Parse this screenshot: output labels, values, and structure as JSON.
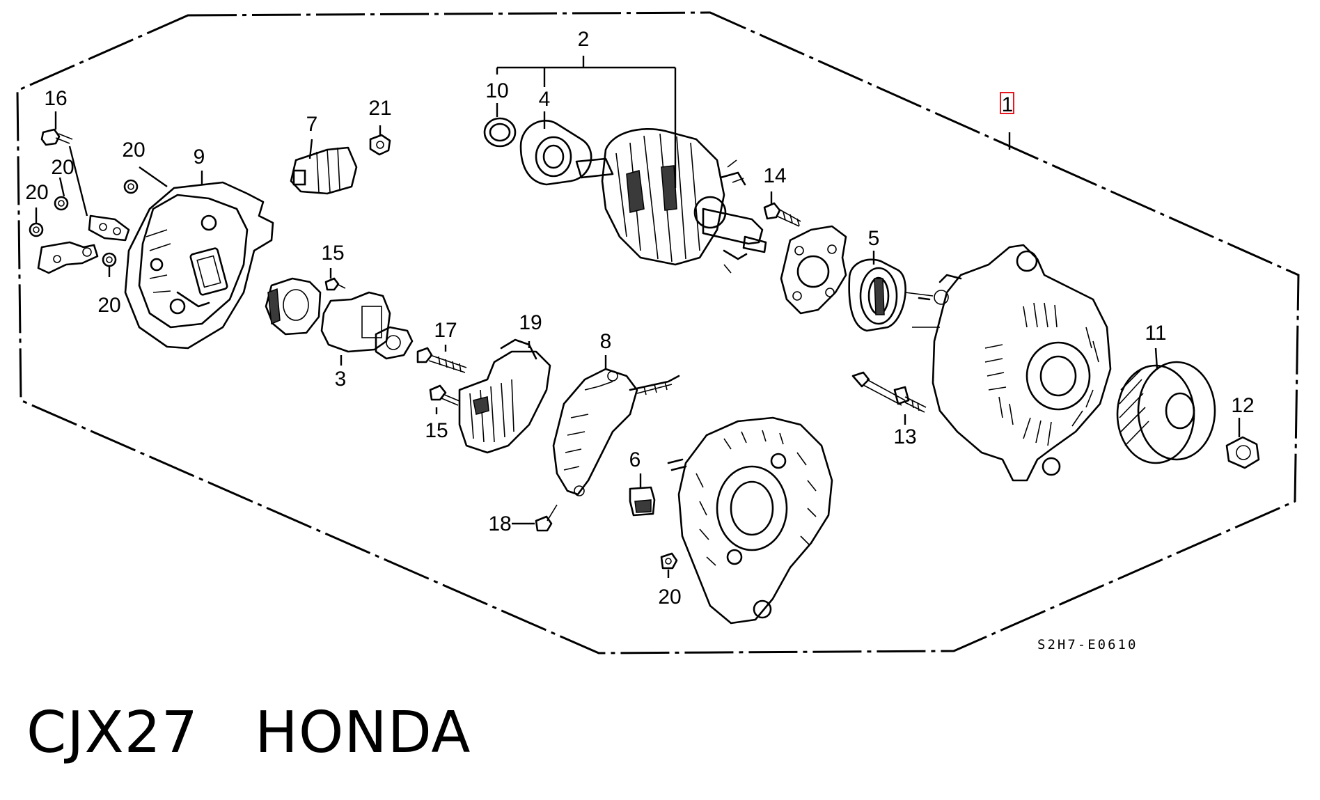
{
  "diagram": {
    "code": "S2H7-E0610",
    "callouts": {
      "p1": "1",
      "p2": "2",
      "p3": "3",
      "p4": "4",
      "p5": "5",
      "p6": "6",
      "p7": "7",
      "p8": "8",
      "p9": "9",
      "p10": "10",
      "p11": "11",
      "p12": "12",
      "p13": "13",
      "p14": "14",
      "p15a": "15",
      "p15b": "15",
      "p16": "16",
      "p17": "17",
      "p18": "18",
      "p19": "19",
      "p20a": "20",
      "p20b": "20",
      "p20c": "20",
      "p20d": "20",
      "p20e": "20",
      "p21": "21"
    },
    "highlighted_part": "1",
    "highlight_color": "#e8161f"
  },
  "caption": {
    "text": "CJX27   HONDA"
  }
}
